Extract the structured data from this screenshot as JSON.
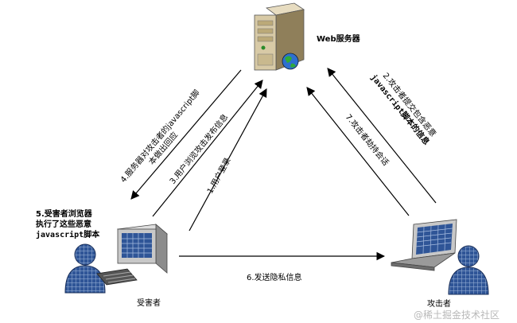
{
  "server": {
    "label": "Web服务器"
  },
  "victim": {
    "label": "受害者",
    "note": [
      "5.受害者浏览器",
      "执行了这些恶意",
      "javascript脚本"
    ]
  },
  "attacker": {
    "label": "攻击者"
  },
  "arrows": {
    "a1": "1.用户登录",
    "a2": [
      "2.攻击者提交包含恶意",
      "javascript脚本的信息"
    ],
    "a3": "3.用户浏览攻击发布信息",
    "a4": [
      "4.服务器对攻击者的javascript脚",
      "本做出回应"
    ],
    "a6": "6.发送隐私信息",
    "a7": "7.攻击者劫持会话"
  },
  "watermark": "@稀土掘金技术社区"
}
